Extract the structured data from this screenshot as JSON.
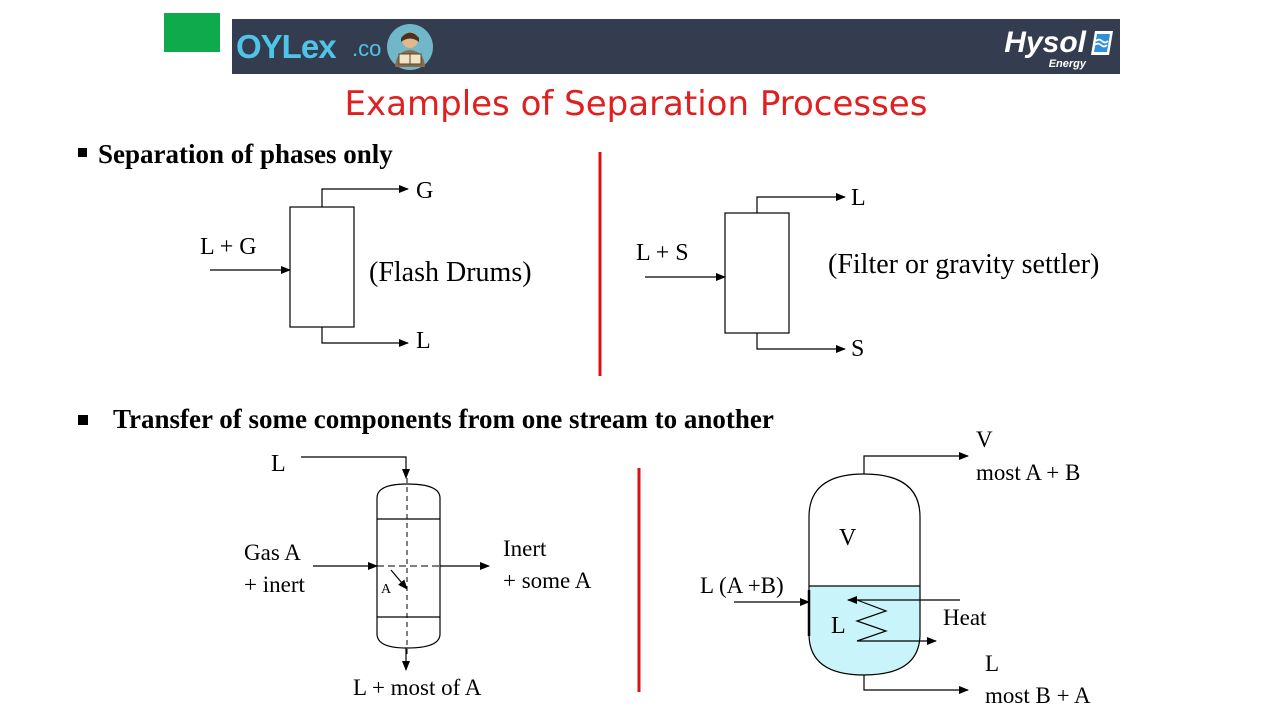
{
  "header": {
    "left_logo_text": "OYLex",
    "left_logo_suffix": ".co",
    "right_logo_text": "Hysol",
    "right_logo_sub": "Energy"
  },
  "title": "Examples of Separation Processes",
  "bullets": [
    {
      "text": "Separation of phases only"
    },
    {
      "text": "Transfer of some components from one stream to another"
    }
  ],
  "diagrams": {
    "flash": {
      "feed": "L + G",
      "top": "G",
      "bottom": "L",
      "caption": "(Flash Drums)"
    },
    "filter": {
      "feed": "L + S",
      "top": "L",
      "bottom": "S",
      "caption": "(Filter or gravity settler)"
    },
    "absorber": {
      "liquid_in": "L",
      "gas_in_1": "Gas A",
      "gas_in_2": "+ inert",
      "gas_out_1": "Inert",
      "gas_out_2": "+ some A",
      "internal": "A",
      "liquid_out": "L + most of A"
    },
    "evaporator": {
      "vapor_label": "V",
      "vapor_out_1": "V",
      "vapor_out_2": "most A + B",
      "feed": "L (A +B)",
      "liquid_label": "L",
      "heat": "Heat",
      "liquid_out_1": "L",
      "liquid_out_2": "most B + A"
    }
  },
  "colors": {
    "accent_green": "#0eaa4b",
    "banner": "#343d4f",
    "title": "#e02020",
    "divider": "#dd1111",
    "liquid_fill": "#c9f4fa",
    "logo_cyan": "#4fc3e8"
  }
}
